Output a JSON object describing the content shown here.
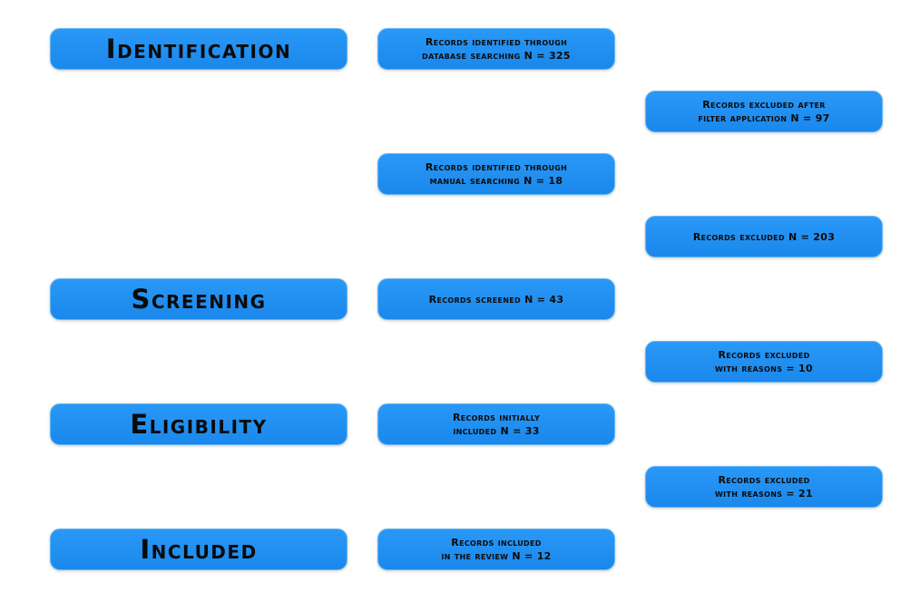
{
  "stages": {
    "identification": "Identification",
    "screening": "Screening",
    "eligibility": "Eligibility",
    "included": "Included"
  },
  "boxes": {
    "database_search": {
      "line1": "Records identified through",
      "line2": "database searching N = 325"
    },
    "excluded_filter": {
      "line1": "Records excluded after",
      "line2": "filter application N = 97"
    },
    "manual_search": {
      "line1": "Records identified through",
      "line2": "manual searching N = 18"
    },
    "excluded_203": {
      "line1": "Records excluded N = 203"
    },
    "screened": {
      "line1": "Records screened N = 43"
    },
    "excluded_reasons_10": {
      "line1": "Records excluded",
      "line2": "with reasons = 10"
    },
    "initially_included": {
      "line1": "Records initially",
      "line2": "included N = 33"
    },
    "excluded_reasons_21": {
      "line1": "Records excluded",
      "line2": "with reasons = 21"
    },
    "included_review": {
      "line1": "Records included",
      "line2": "in the review N = 12"
    }
  },
  "colors": {
    "box_fill": "#1f8ff2",
    "box_border": "#63b6f5",
    "text": "#0b0b0b"
  }
}
